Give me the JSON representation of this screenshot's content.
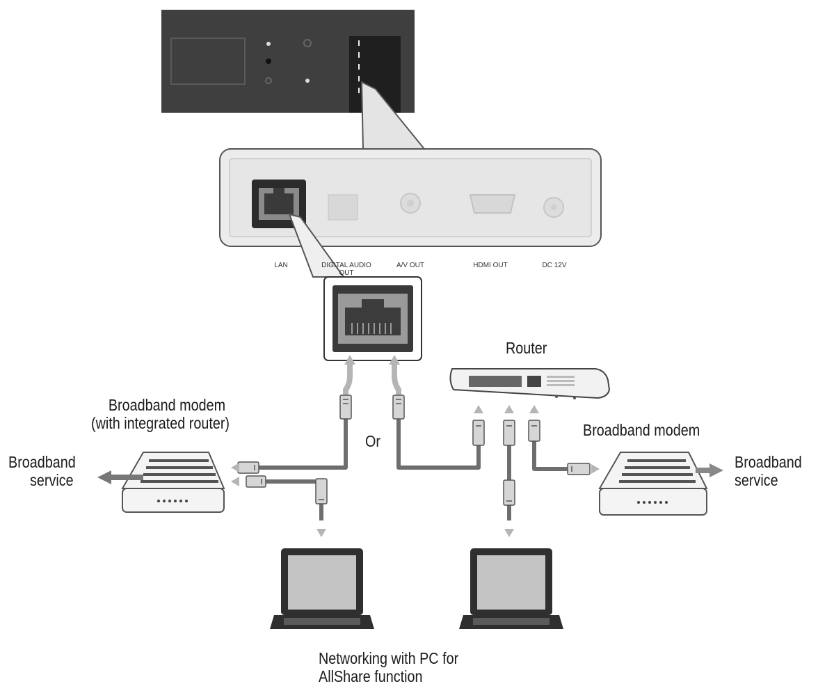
{
  "labels": {
    "router": "Router",
    "modem_integrated_line1": "Broadband modem",
    "modem_integrated_line2": "(with integrated router)",
    "or": "Or",
    "modem": "Broadband modem",
    "service_left_line1": "Broadband",
    "service_left_line2": "service",
    "service_right_line1": "Broadband",
    "service_right_line2": "service",
    "caption_line1": "Networking with PC for",
    "caption_line2": "AllShare function"
  },
  "ports": {
    "lan": "LAN",
    "digital_audio_line1": "DIGITAL AUDIO",
    "digital_audio_line2": "OUT",
    "av_out": "A/V OUT",
    "hdmi_out": "HDMI OUT",
    "dc": "DC 12V"
  },
  "colors": {
    "device_dark": "#3f3f3f",
    "panel_light": "#ececec",
    "cable": "#6e6e6e",
    "arrow_light": "#b5b5b5",
    "outline": "#555555"
  }
}
